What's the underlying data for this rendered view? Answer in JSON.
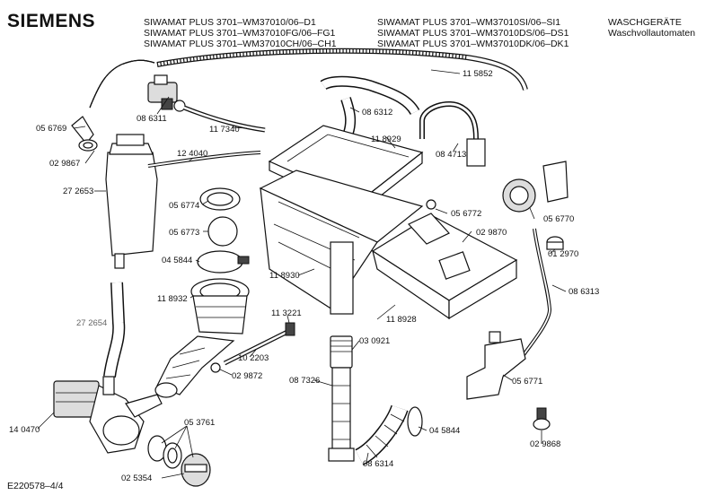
{
  "header": {
    "brand": "SIEMENS",
    "models_left": [
      "SIWAMAT PLUS 3701–WM37010/06–D1",
      "SIWAMAT PLUS 3701–WM37010FG/06–FG1",
      "SIWAMAT PLUS 3701–WM37010CH/06–CH1"
    ],
    "models_right": [
      "SIWAMAT PLUS 3701–WM37010SI/06–SI1",
      "SIWAMAT PLUS 3701–WM37010DS/06–DS1",
      "SIWAMAT PLUS 3701–WM37010DK/06–DK1"
    ],
    "category": "WASCHGERÄTE",
    "subcategory": "Waschvollautomaten"
  },
  "footer": {
    "drawing_id": "E220578–4/4"
  },
  "parts": {
    "p115852": "11 5852",
    "p056769": "05 6769",
    "p086311": "08 6311",
    "p086312": "08 6312",
    "p117340": "11 7340",
    "p118929": "11 8929",
    "p084713": "08 4713",
    "p029867": "02 9867",
    "p124040": "12 4040",
    "p272653": "27 2653",
    "p056774": "05 6774",
    "p056772": "05 6772",
    "p056770": "05 6770",
    "p056773": "05 6773",
    "p029870": "02 9870",
    "p045844a": "04 5844",
    "p012970": "01 2970",
    "p118930": "11 8930",
    "p086313": "08 6313",
    "p118932": "11 8932",
    "p113221": "11 3221",
    "p272654": "27 2654",
    "p118928": "11 8928",
    "p030921": "03 0921",
    "p102203": "10 2203",
    "p029872": "02 9872",
    "p087326": "08 7326",
    "p056771": "05 6771",
    "p045844b": "04 5844",
    "p140470": "14 0470",
    "p053761": "05 3761",
    "p029868": "02 9868",
    "p086314": "08 6314",
    "p025354": "02 5354"
  }
}
